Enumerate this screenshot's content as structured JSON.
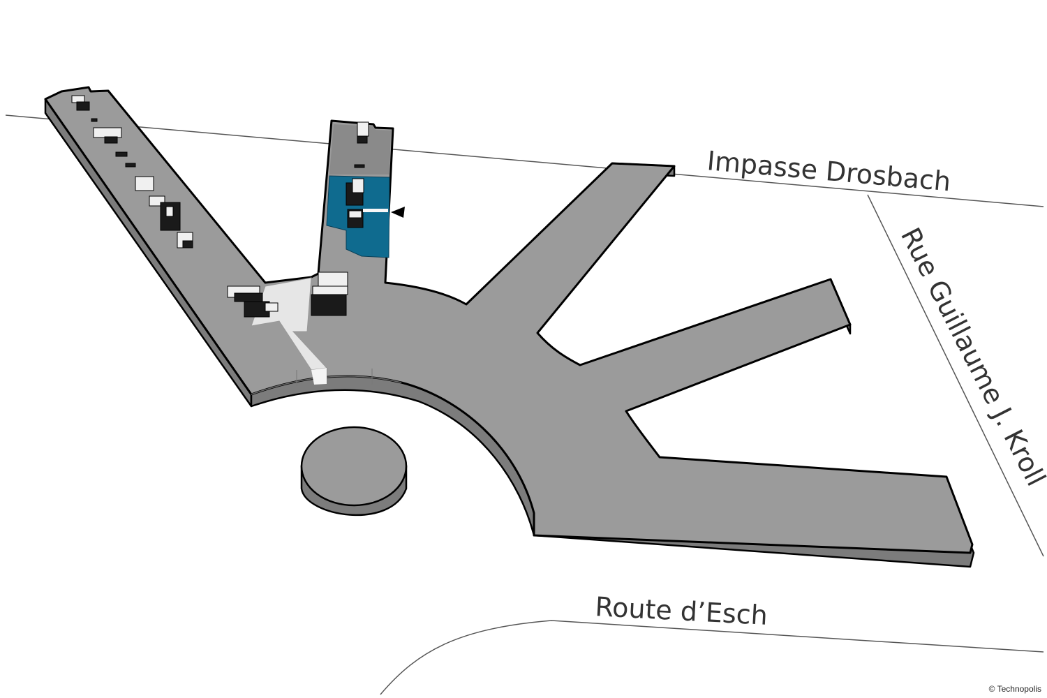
{
  "map": {
    "streets": {
      "impasse": "Impasse Drosbach",
      "rue": "Rue Guillaume J. Kroll",
      "route": "Route d’Esch"
    },
    "credit": "© Technopolis",
    "colors": {
      "roof": "#9b9b9b",
      "wall": "#7c7c7c",
      "outline": "#000000",
      "highlight": "#0f6b8f",
      "courtyard": "#e9e9e9",
      "road": "#555555"
    },
    "highlighted_unit": "blue office block in north wing with location marker"
  }
}
